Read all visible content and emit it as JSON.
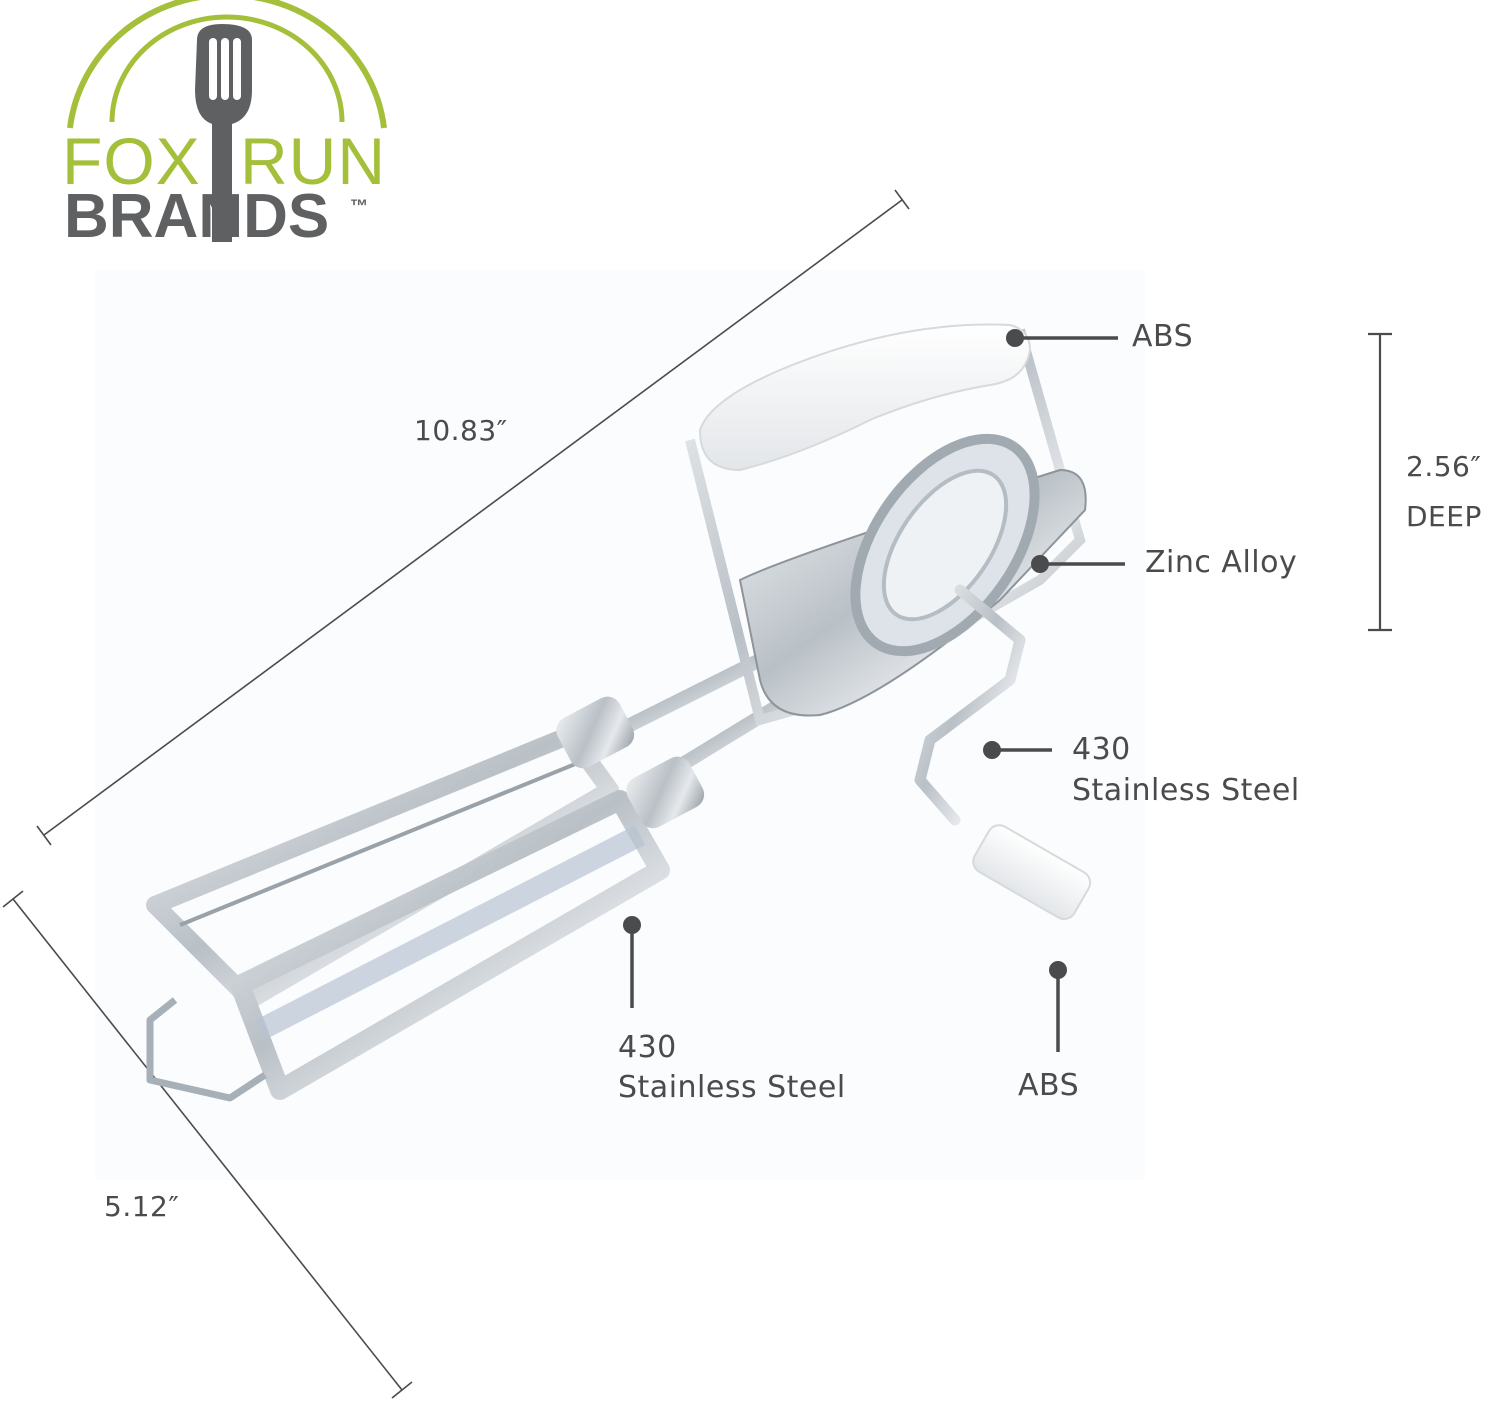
{
  "brand": {
    "word1": "FOX",
    "word2": "RUN",
    "word3": "BRANDS",
    "trademark": "™",
    "colors": {
      "green": "#a4bf39",
      "gray": "#5f6062"
    }
  },
  "dimensions": {
    "length": "10.83″",
    "width": "5.12″",
    "depth_value": "2.56″",
    "depth_label": "DEEP"
  },
  "callouts": {
    "handle": {
      "line1": "ABS"
    },
    "gear": {
      "line1": "Zinc Alloy"
    },
    "crank": {
      "line1": "430",
      "line2": "Stainless Steel"
    },
    "beaters": {
      "line1": "430",
      "line2": "Stainless Steel"
    },
    "knob": {
      "line1": "ABS"
    }
  },
  "product": {
    "name": "rotary-egg-beater",
    "colors": {
      "steel": "#c9ced3",
      "steel_dark": "#8d949b",
      "white_plastic": "#f3f4f5",
      "callout": "#4a4b4d"
    }
  }
}
